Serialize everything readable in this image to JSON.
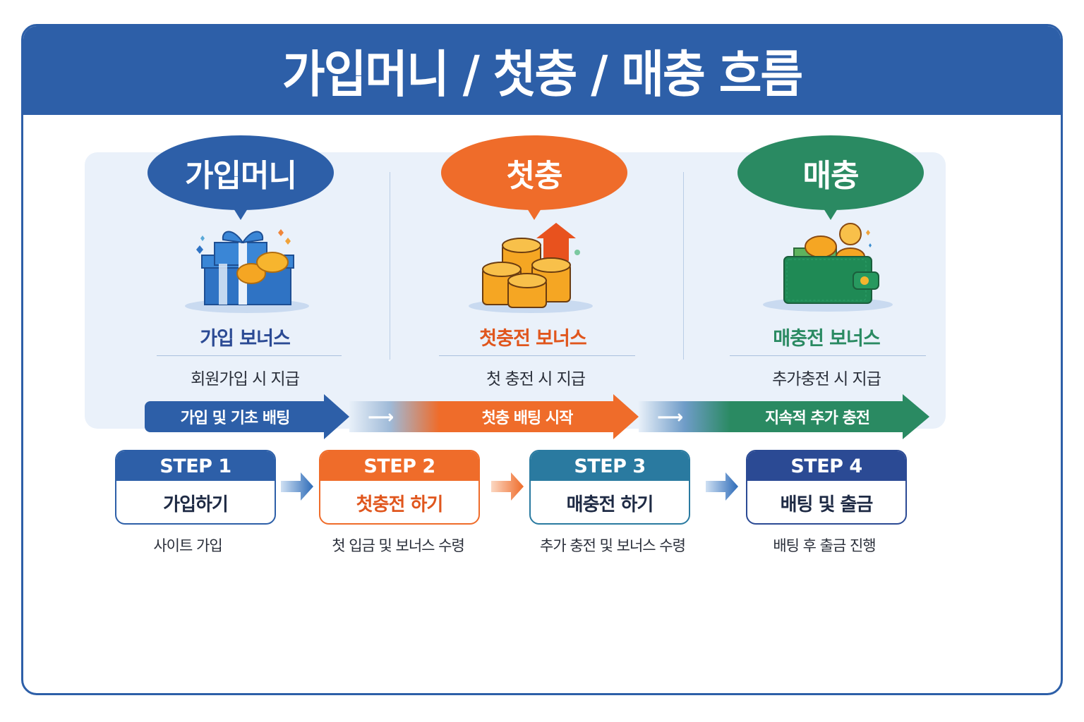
{
  "title": "가입머니 / 첫충 / 매충 흐름",
  "colors": {
    "blue": "#2d5fa8",
    "orange": "#ef6c2a",
    "green": "#2a8a62",
    "teal": "#2a7aa0",
    "navy": "#2b4a94",
    "panel_bg": "#eaf1fa"
  },
  "columns": [
    {
      "bubble": "가입머니",
      "icon": "gift-box-with-coins-icon",
      "bonus_title": "가입 보너스",
      "bonus_desc": "회원가입 시 지급",
      "flow_label": "가입 및 기초 배팅"
    },
    {
      "bubble": "첫충",
      "icon": "coin-stacks-rising-arrow-icon",
      "bonus_title": "첫충전 보너스",
      "bonus_desc": "첫 충전 시 지급",
      "flow_label": "첫충 배팅 시작"
    },
    {
      "bubble": "매충",
      "icon": "wallet-with-coins-icon",
      "bonus_title": "매충전 보너스",
      "bonus_desc": "추가충전 시 지급",
      "flow_label": "지속적 추가 충전"
    }
  ],
  "steps": [
    {
      "label": "STEP 1",
      "action": "가입하기",
      "caption": "사이트 가입"
    },
    {
      "label": "STEP 2",
      "action": "첫충전 하기",
      "caption": "첫 입금 및 보너스 수령"
    },
    {
      "label": "STEP 3",
      "action": "매충전 하기",
      "caption": "추가 충전 및 보너스 수령"
    },
    {
      "label": "STEP 4",
      "action": "배팅 및 출금",
      "caption": "배팅 후 출금 진행"
    }
  ]
}
